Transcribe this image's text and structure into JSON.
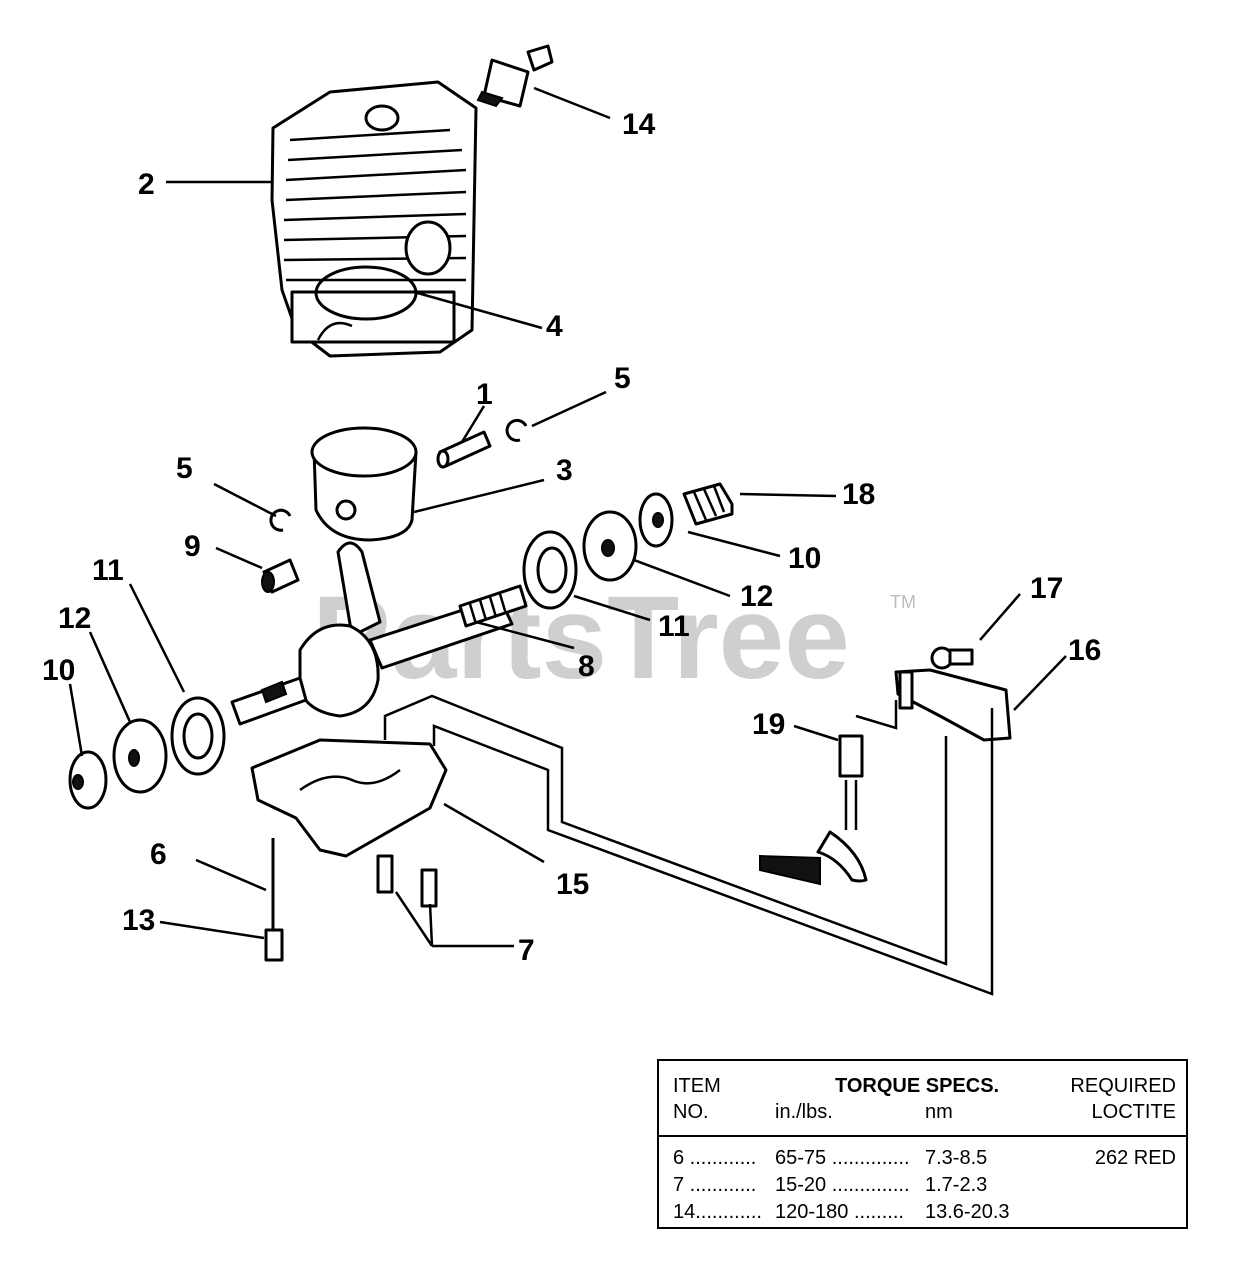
{
  "watermark": {
    "text": "PartsTree",
    "trademark": "TM"
  },
  "callouts": [
    {
      "id": "c14a",
      "label": "14"
    },
    {
      "id": "c2",
      "label": "2"
    },
    {
      "id": "c4",
      "label": "4"
    },
    {
      "id": "c1",
      "label": "1"
    },
    {
      "id": "c5a",
      "label": "5"
    },
    {
      "id": "c5b",
      "label": "5"
    },
    {
      "id": "c3",
      "label": "3"
    },
    {
      "id": "c18",
      "label": "18"
    },
    {
      "id": "c9",
      "label": "9"
    },
    {
      "id": "c10a",
      "label": "10"
    },
    {
      "id": "c11a",
      "label": "11"
    },
    {
      "id": "c12a",
      "label": "12"
    },
    {
      "id": "c17",
      "label": "17"
    },
    {
      "id": "c11b",
      "label": "11"
    },
    {
      "id": "c12b",
      "label": "12"
    },
    {
      "id": "c8",
      "label": "8"
    },
    {
      "id": "c16",
      "label": "16"
    },
    {
      "id": "c10b",
      "label": "10"
    },
    {
      "id": "c19",
      "label": "19"
    },
    {
      "id": "c6",
      "label": "6"
    },
    {
      "id": "c15",
      "label": "15"
    },
    {
      "id": "c13",
      "label": "13"
    },
    {
      "id": "c7",
      "label": "7"
    }
  ],
  "torque_table": {
    "header": {
      "item": "ITEM",
      "no": "NO.",
      "torque_specs": "TORQUE SPECS.",
      "in_lbs": "in./lbs.",
      "nm": "nm",
      "required": "REQUIRED",
      "loctite": "LOCTITE"
    },
    "rows": [
      {
        "item": "6 ............",
        "in_lbs": "65-75 ..............",
        "nm": "7.3-8.5",
        "loctite": "262 RED"
      },
      {
        "item": "7  ............",
        "in_lbs": "15-20 ..............",
        "nm": "1.7-2.3",
        "loctite": ""
      },
      {
        "item": "14............",
        "in_lbs": "120-180 .........",
        "nm": "13.6-20.3",
        "loctite": ""
      }
    ]
  }
}
